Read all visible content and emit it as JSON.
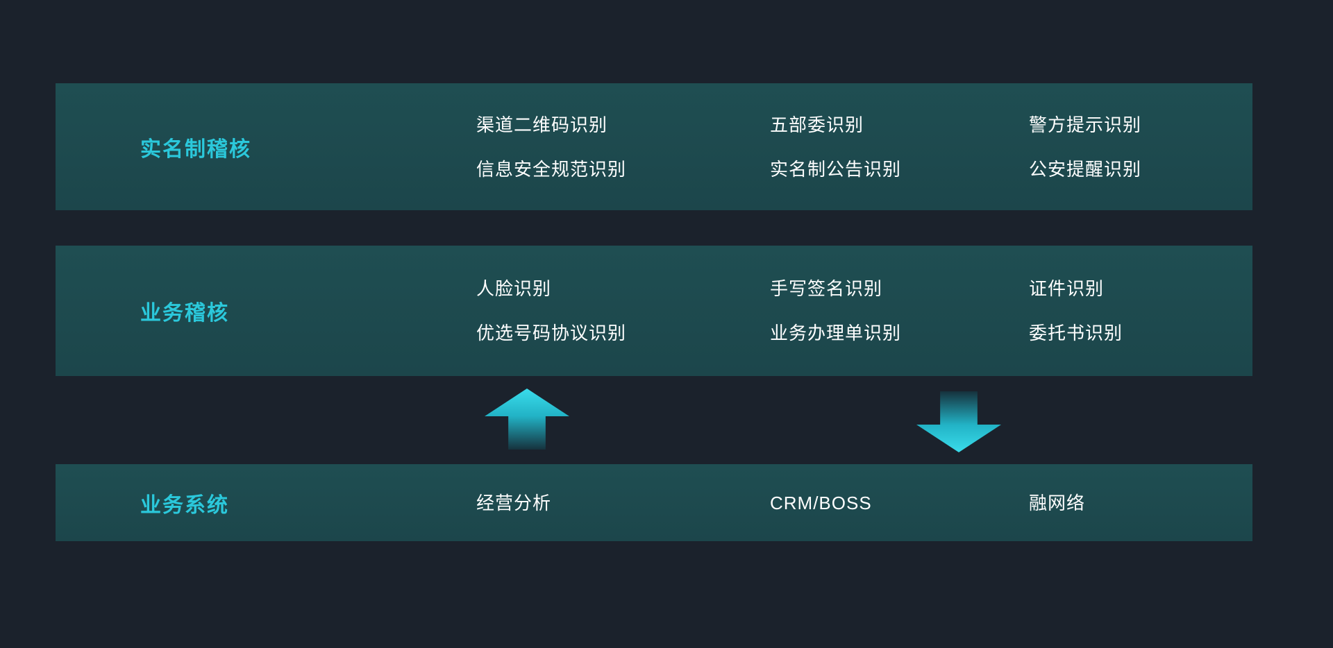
{
  "colors": {
    "background": "#1b222c",
    "band": "#1d4a4f",
    "accent_cyan": "#2bc8db",
    "arrow_bright": "#35d6e6",
    "arrow_dark": "#16323d",
    "text": "#ffffff"
  },
  "rows": [
    {
      "label": "实名制稽核",
      "columns": [
        [
          "渠道二维码识别",
          "信息安全规范识别"
        ],
        [
          "五部委识别",
          "实名制公告识别"
        ],
        [
          "警方提示识别",
          "公安提醒识别"
        ]
      ]
    },
    {
      "label": "业务稽核",
      "columns": [
        [
          "人脸识别",
          "优选号码协议识别"
        ],
        [
          "手写签名识别",
          "业务办理单识别"
        ],
        [
          "证件识别",
          "委托书识别"
        ]
      ]
    },
    {
      "label": "业务系统",
      "columns": [
        [
          "经营分析"
        ],
        [
          "CRM/BOSS"
        ],
        [
          "融网络"
        ]
      ]
    }
  ],
  "arrows": [
    {
      "direction": "up"
    },
    {
      "direction": "down"
    }
  ]
}
